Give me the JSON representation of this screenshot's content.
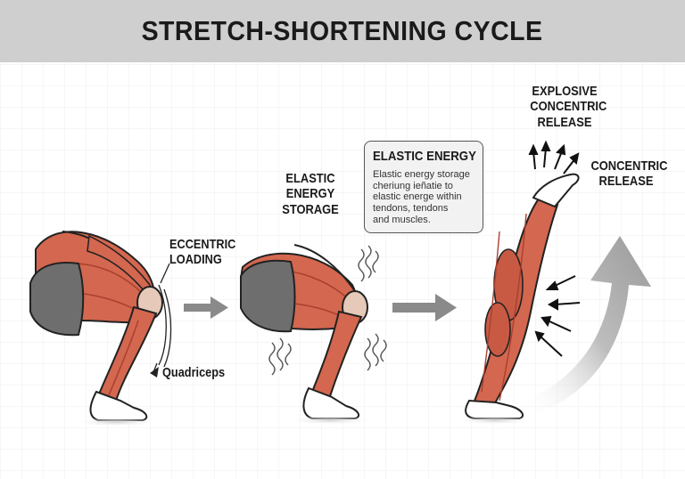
{
  "title": "STRETCH-SHORTENING CYCLE",
  "labels": {
    "eccentric_loading": [
      "ECCENTRIC",
      "LOADING"
    ],
    "quadriceps": "Quadriceps",
    "elastic_energy_storage": [
      "ELASTIC ENERGY",
      "STORAGE"
    ],
    "explosive_concentric_release": [
      "EXPLOSIVE",
      "CONCENTRIC",
      "RELEASE"
    ],
    "concentric_release": [
      "CONCENTRIC",
      "RELEASE"
    ]
  },
  "info_box": {
    "title": "ELASTIC ENERGY",
    "lines": [
      "Elastic energy storage",
      "cheriung ieñatie to",
      "elastic energe within",
      "tendons, tendons",
      "and muscles."
    ]
  },
  "colors": {
    "title_bar": "#cfcfcf",
    "muscle": "#d4674f",
    "muscle_dark": "#a8402f",
    "shorts": "#6e6e6e",
    "arrow_gray": "#8a8a8a"
  }
}
